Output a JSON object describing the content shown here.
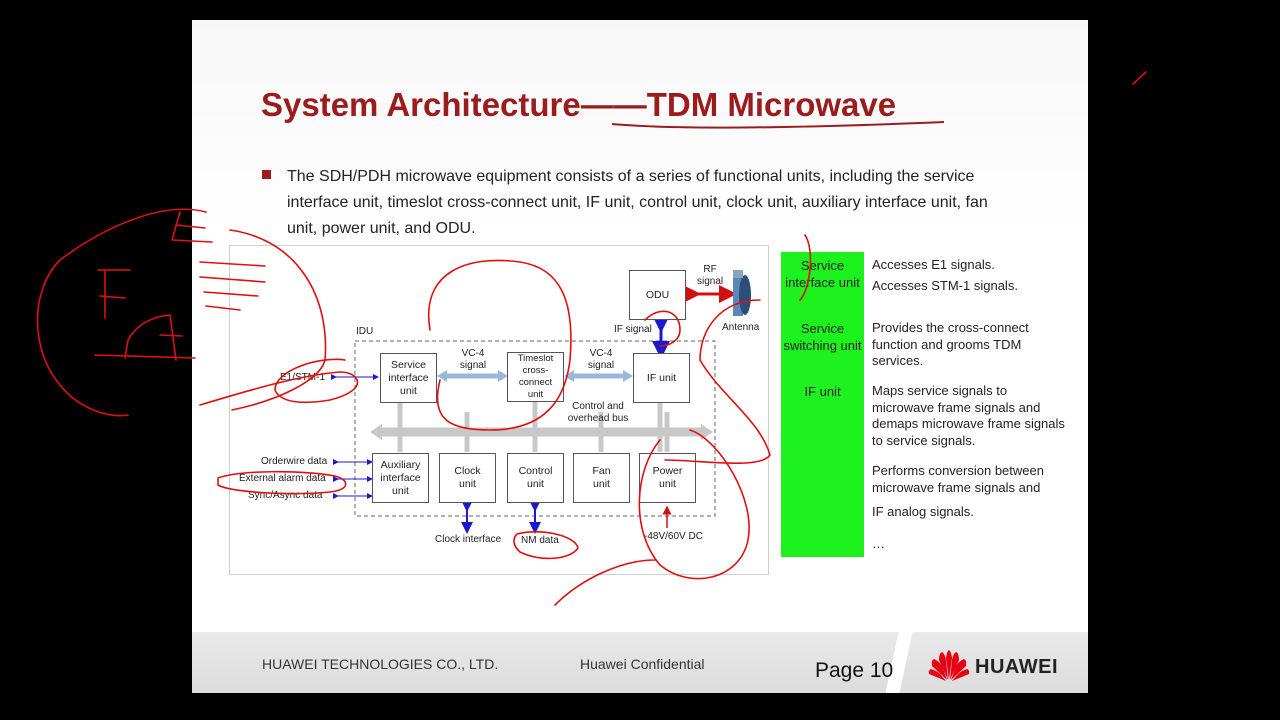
{
  "slide": {
    "title": "System Architecture——TDM Microwave",
    "bullet": "The SDH/PDH microwave equipment consists of a series of functional units, including the service interface unit, timeslot cross-connect unit, IF unit, control unit, clock unit, auxiliary interface unit, fan unit, power unit, and ODU.",
    "footer": {
      "company": "HUAWEI TECHNOLOGIES CO., LTD.",
      "confidential": "Huawei Confidential",
      "page": "Page 10",
      "logo_text": "HUAWEI"
    },
    "colors": {
      "title": "#9b1c1c",
      "green_panel": "#1ef21e",
      "ink": "#e01010",
      "arrow_blue": "#1a1acc",
      "rf_arrow": "#d01010"
    }
  },
  "diagram": {
    "idu_label": "IDU",
    "odu": "ODU",
    "rf_signal": "RF\nsignal",
    "antenna": "Antenna",
    "if_signal": "IF signal",
    "e1_stm1": "E1/STM-1",
    "service_interface_unit": "Service interface unit",
    "vc4_left": "VC-4 signal",
    "timeslot_unit": "Timeslot cross-connect unit",
    "vc4_right": "VC-4 signal",
    "if_unit": "IF unit",
    "bus_label": "Control and overhead bus",
    "orderwire": "Orderwire data",
    "external_alarm": "External alarm data",
    "sync_async": "Sync/Async  data",
    "auxiliary_unit": "Auxiliary interface unit",
    "clock_unit": "Clock unit",
    "control_unit": "Control unit",
    "fan_unit": "Fan unit",
    "power_unit": "Power unit",
    "clock_interface": "Clock interface",
    "nm_data": "NM data",
    "power_input": "-48V/60V DC"
  },
  "table": {
    "units": [
      "Service interface unit",
      "Service switching unit",
      "IF unit"
    ],
    "descriptions": [
      "Accesses E1 signals.",
      "Accesses STM-1 signals.",
      "Provides the cross-connect function and grooms TDM services.",
      "Maps service signals to microwave frame signals and demaps microwave frame signals to service signals.",
      "Performs conversion between microwave frame signals and",
      "IF analog signals.",
      "…"
    ]
  }
}
